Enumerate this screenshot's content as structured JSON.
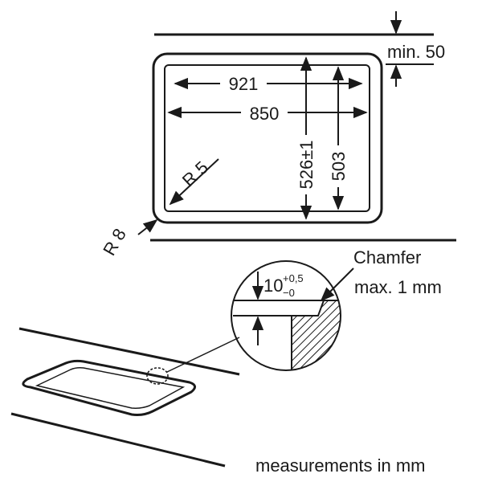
{
  "diagram": {
    "top_view": {
      "outer_width": "921",
      "inner_width": "850",
      "outer_depth": "526±1",
      "inner_depth": "503",
      "inner_radius": "R 5",
      "outer_radius": "R 8",
      "min_clearance": "min. 50"
    },
    "detail": {
      "dimension_base": "10",
      "tolerance_upper": "+0,5",
      "tolerance_lower": "−0",
      "chamfer_title": "Chamfer",
      "chamfer_value": "max. 1 mm"
    },
    "footer_note": "measurements in mm"
  }
}
